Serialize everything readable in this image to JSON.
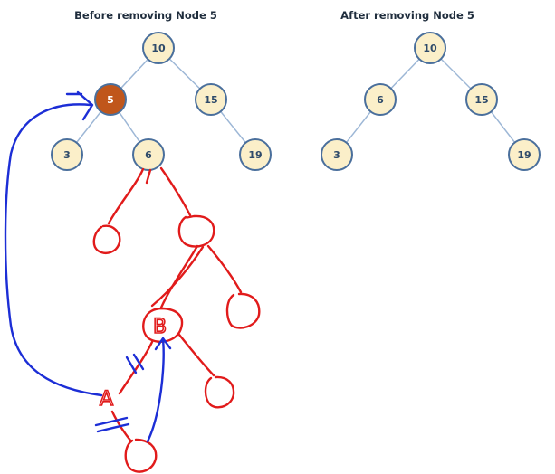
{
  "titles": {
    "before": "Before removing Node 5",
    "after": "After removing Node 5"
  },
  "colors": {
    "node_fill": "#fbefc9",
    "node_stroke": "#4a6f9c",
    "highlight_fill": "#c0561b",
    "edge": "#9db7d6",
    "annotation_red": "#e11b1b",
    "annotation_blue": "#1c2ed6"
  },
  "before_tree": {
    "nodes": [
      {
        "id": "n10",
        "label": "10"
      },
      {
        "id": "n5",
        "label": "5",
        "highlight": true
      },
      {
        "id": "n15",
        "label": "15"
      },
      {
        "id": "n3",
        "label": "3"
      },
      {
        "id": "n6",
        "label": "6"
      },
      {
        "id": "n19",
        "label": "19"
      }
    ]
  },
  "after_tree": {
    "nodes": [
      {
        "id": "a10",
        "label": "10"
      },
      {
        "id": "a6",
        "label": "6"
      },
      {
        "id": "a15",
        "label": "15"
      },
      {
        "id": "a3",
        "label": "3"
      },
      {
        "id": "a19",
        "label": "19"
      }
    ]
  },
  "annotations": {
    "label_a": "A",
    "label_b": "B"
  }
}
